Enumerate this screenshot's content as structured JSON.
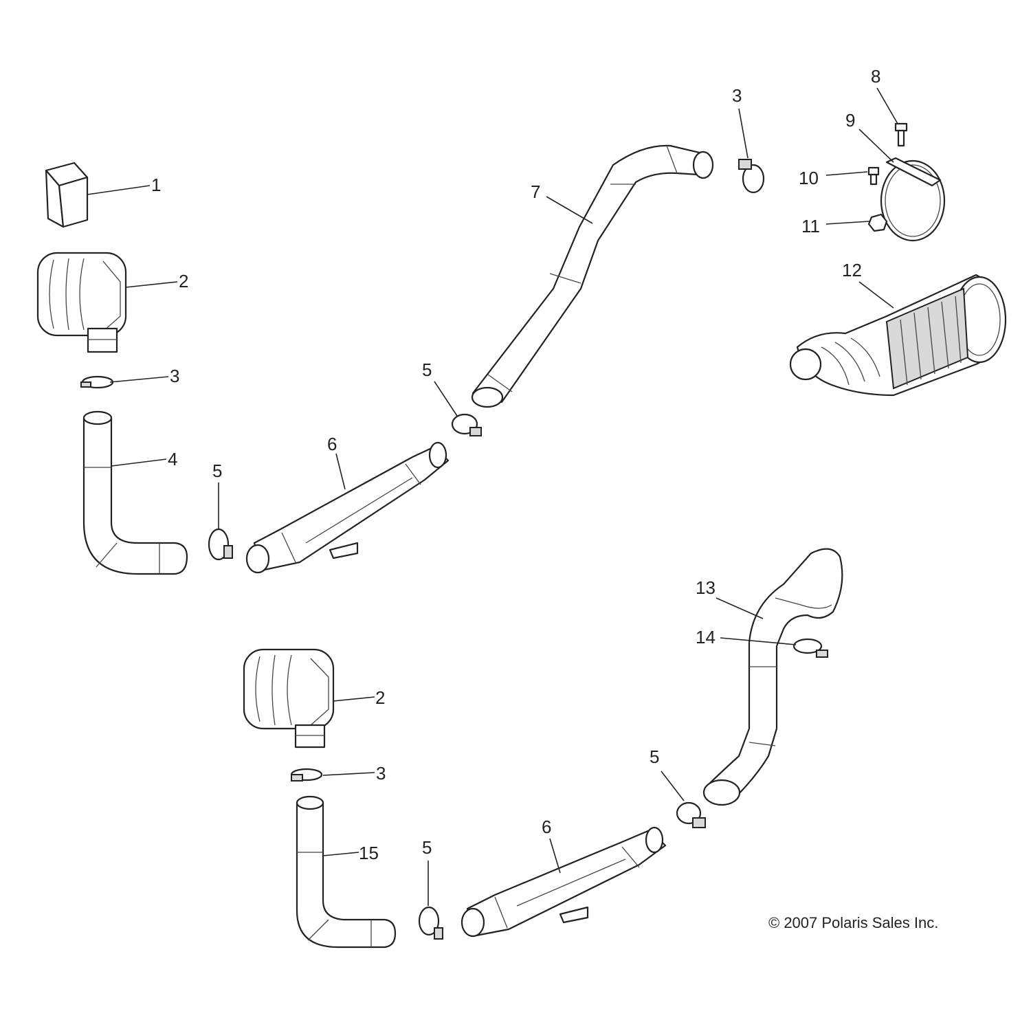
{
  "callouts": {
    "c1": "1",
    "c2a": "2",
    "c3a": "3",
    "c4": "4",
    "c5a": "5",
    "c6a": "6",
    "c5b": "5",
    "c7": "7",
    "c3b": "3",
    "c8": "8",
    "c9": "9",
    "c10": "10",
    "c11": "11",
    "c12": "12",
    "c13": "13",
    "c14": "14",
    "c2b": "2",
    "c3c": "3",
    "c15": "15",
    "c5c": "5",
    "c6b": "6",
    "c5d": "5"
  },
  "copyright": "© 2007 Polaris Sales Inc.",
  "colors": {
    "line": "#222222",
    "shade": "#d9d9d9",
    "background": "#ffffff"
  }
}
